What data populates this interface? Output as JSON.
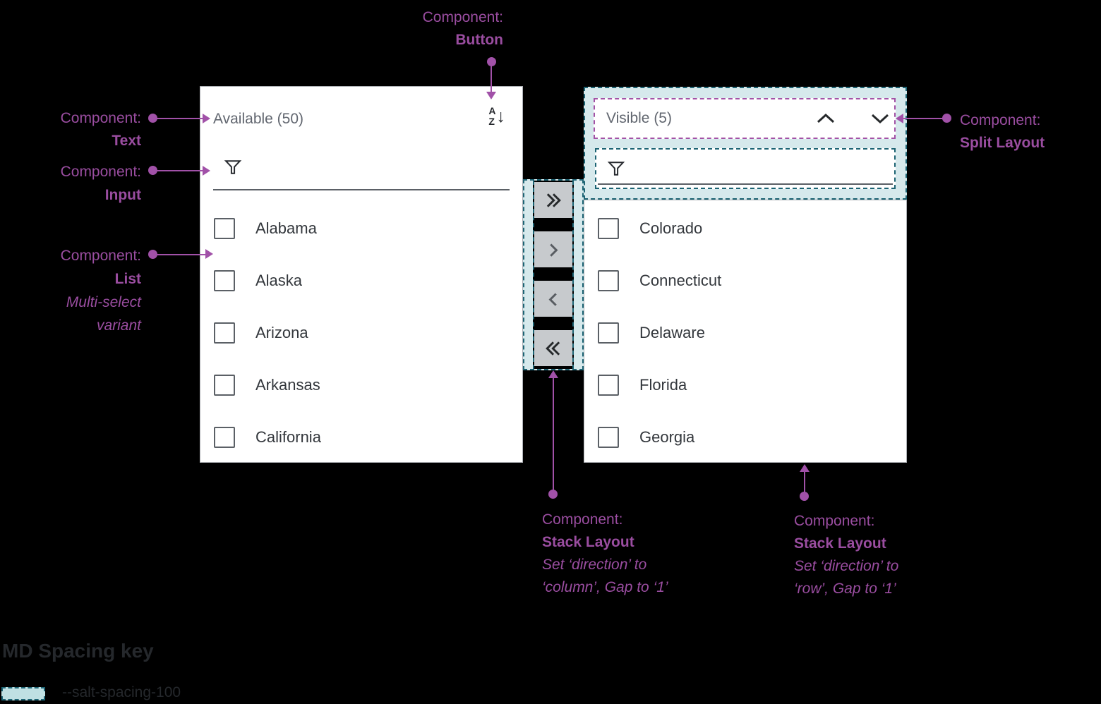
{
  "annotations": {
    "text": {
      "prefix": "Component:",
      "name": "Text"
    },
    "input": {
      "prefix": "Component:",
      "name": "Input"
    },
    "list": {
      "prefix": "Component:",
      "name": "List",
      "note_lines": [
        "Multi-select",
        "variant"
      ]
    },
    "button": {
      "prefix": "Component:",
      "name": "Button"
    },
    "split_layout": {
      "prefix": "Component:",
      "name": "Split Layout"
    },
    "stack_layout_column": {
      "prefix": "Component:",
      "name": "Stack Layout",
      "note_lines": [
        "Set ‘direction’ to",
        "‘column’, Gap to ‘1’"
      ]
    },
    "stack_layout_row": {
      "prefix": "Component:",
      "name": "Stack Layout",
      "note_lines": [
        "Set ‘direction’ to",
        "‘row’, Gap to ‘1’"
      ]
    }
  },
  "available_list": {
    "title": "Available (50)",
    "sort_icon": "sort-az-descending-icon",
    "sort_icon_top": "A",
    "sort_icon_bottom": "Z",
    "sort_icon_arrow": "↓",
    "filter_icon": "filter-icon",
    "filter_value": "",
    "items": [
      {
        "label": "Alabama",
        "checked": false
      },
      {
        "label": "Alaska",
        "checked": false
      },
      {
        "label": "Arizona",
        "checked": false
      },
      {
        "label": "Arkansas",
        "checked": false
      },
      {
        "label": "California",
        "checked": false
      }
    ]
  },
  "visible_list": {
    "title": "Visible (5)",
    "move_up_icon": "chevron-up-icon",
    "move_down_icon": "chevron-down-icon",
    "filter_icon": "filter-icon",
    "filter_value": "",
    "items": [
      {
        "label": "Colorado",
        "checked": false
      },
      {
        "label": "Connecticut",
        "checked": false
      },
      {
        "label": "Delaware",
        "checked": false
      },
      {
        "label": "Florida",
        "checked": false
      },
      {
        "label": "Georgia",
        "checked": false
      }
    ]
  },
  "transfer_buttons": [
    {
      "name": "move-all-right",
      "icon": "double-chevron-right-icon"
    },
    {
      "name": "move-selected-right",
      "icon": "chevron-right-icon"
    },
    {
      "name": "move-selected-left",
      "icon": "chevron-left-icon"
    },
    {
      "name": "move-all-left",
      "icon": "double-chevron-left-icon"
    }
  ],
  "spacing_key": {
    "heading": "MD Spacing key",
    "token": "--salt-spacing-100"
  },
  "colors": {
    "canvas_background": "#000000",
    "annotation_purple": "#9a4da0",
    "spacing_border_teal": "#1d6474",
    "spacing_fill_teal": "#d6e9ec",
    "swatch_fill": "#bfe0e3",
    "button_gray": "#c7cacd",
    "panel_white": "#ffffff",
    "list_text": "#33373c",
    "header_text": "#61666f"
  }
}
